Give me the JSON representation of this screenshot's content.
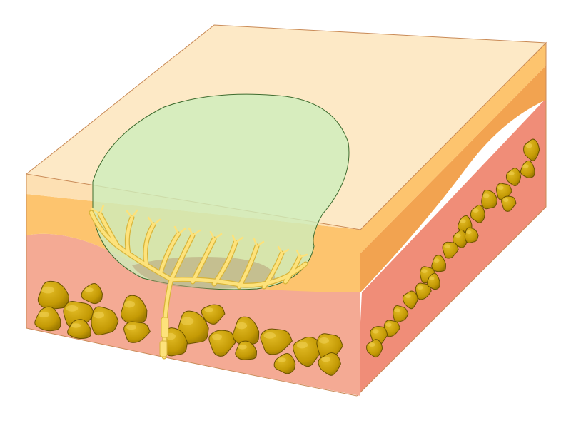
{
  "diagram": {
    "subject": "skin-block-cross-section",
    "layers": [
      {
        "id": "epidermis",
        "color": "#fde9c6"
      },
      {
        "id": "dermis-top",
        "color": "#fdc46e"
      },
      {
        "id": "dermis",
        "color": "#f7ac97"
      },
      {
        "id": "hypodermis-fat",
        "color": "#c8a00a"
      }
    ],
    "features": {
      "receptive-field": {
        "color": "#cdeebb",
        "opacity": 0.8
      },
      "nerve-fiber": {
        "color": "#fde27b"
      }
    }
  }
}
